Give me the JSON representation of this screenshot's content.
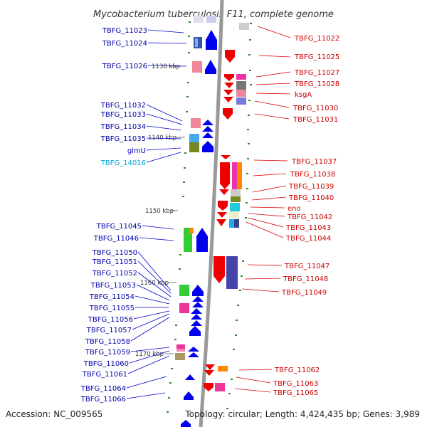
{
  "title": "Mycobacterium tuberculosis F11, complete genome",
  "footer": {
    "accession": "Accession: NC_009565",
    "topology": "Topology: circular; Length: 4,424,435 bp; Genes: 3,989"
  },
  "colors": {
    "left_label": "#0000aa",
    "left_label_highlight": "#00aadd",
    "right_label": "#cc0000",
    "backbone": "#999999",
    "forward_gene": "#0000ee",
    "reverse_gene": "#ee0000"
  },
  "ticks": [
    "1130 kbp",
    "1140 kbp",
    "1150 kbp",
    "1160 kbp",
    "1170 kbp"
  ],
  "left_labels": [
    {
      "text": "TBFG_11023"
    },
    {
      "text": "TBFG_11024"
    },
    {
      "text": "TBFG_11026"
    },
    {
      "text": "TBFG_11032"
    },
    {
      "text": "TBFG_11033"
    },
    {
      "text": "TBFG_11034"
    },
    {
      "text": "TBFG_11035"
    },
    {
      "text": "glmU"
    },
    {
      "text": "TBFG_14016"
    },
    {
      "text": "TBFG_11045"
    },
    {
      "text": "TBFG_11046"
    },
    {
      "text": "TBFG_11050"
    },
    {
      "text": "TBFG_11051"
    },
    {
      "text": "TBFG_11052"
    },
    {
      "text": "TBFG_11053"
    },
    {
      "text": "TBFG_11054"
    },
    {
      "text": "TBFG_11055"
    },
    {
      "text": "TBFG_11056"
    },
    {
      "text": "TBFG_11057"
    },
    {
      "text": "TBFG_11058"
    },
    {
      "text": "TBFG_11059"
    },
    {
      "text": "TBFG_11060"
    },
    {
      "text": "TBFG_11061"
    },
    {
      "text": "TBFG_11064"
    },
    {
      "text": "TBFG_11066"
    }
  ],
  "right_labels": [
    {
      "text": "TBFG_11022"
    },
    {
      "text": "TBFG_11025"
    },
    {
      "text": "TBFG_11027"
    },
    {
      "text": "TBFG_11028"
    },
    {
      "text": "ksgA"
    },
    {
      "text": "TBFG_11030"
    },
    {
      "text": "TBFG_11031"
    },
    {
      "text": "TBFG_11037"
    },
    {
      "text": "TBFG_11038"
    },
    {
      "text": "TBFG_11039"
    },
    {
      "text": "TBFG_11040"
    },
    {
      "text": "eno"
    },
    {
      "text": "TBFG_11042"
    },
    {
      "text": "TBFG_11043"
    },
    {
      "text": "TBFG_11044"
    },
    {
      "text": "TBFG_11047"
    },
    {
      "text": "TBFG_11048"
    },
    {
      "text": "TBFG_11049"
    },
    {
      "text": "TBFG_11062"
    },
    {
      "text": "TBFG_11063"
    },
    {
      "text": "TBFG_11065"
    }
  ]
}
